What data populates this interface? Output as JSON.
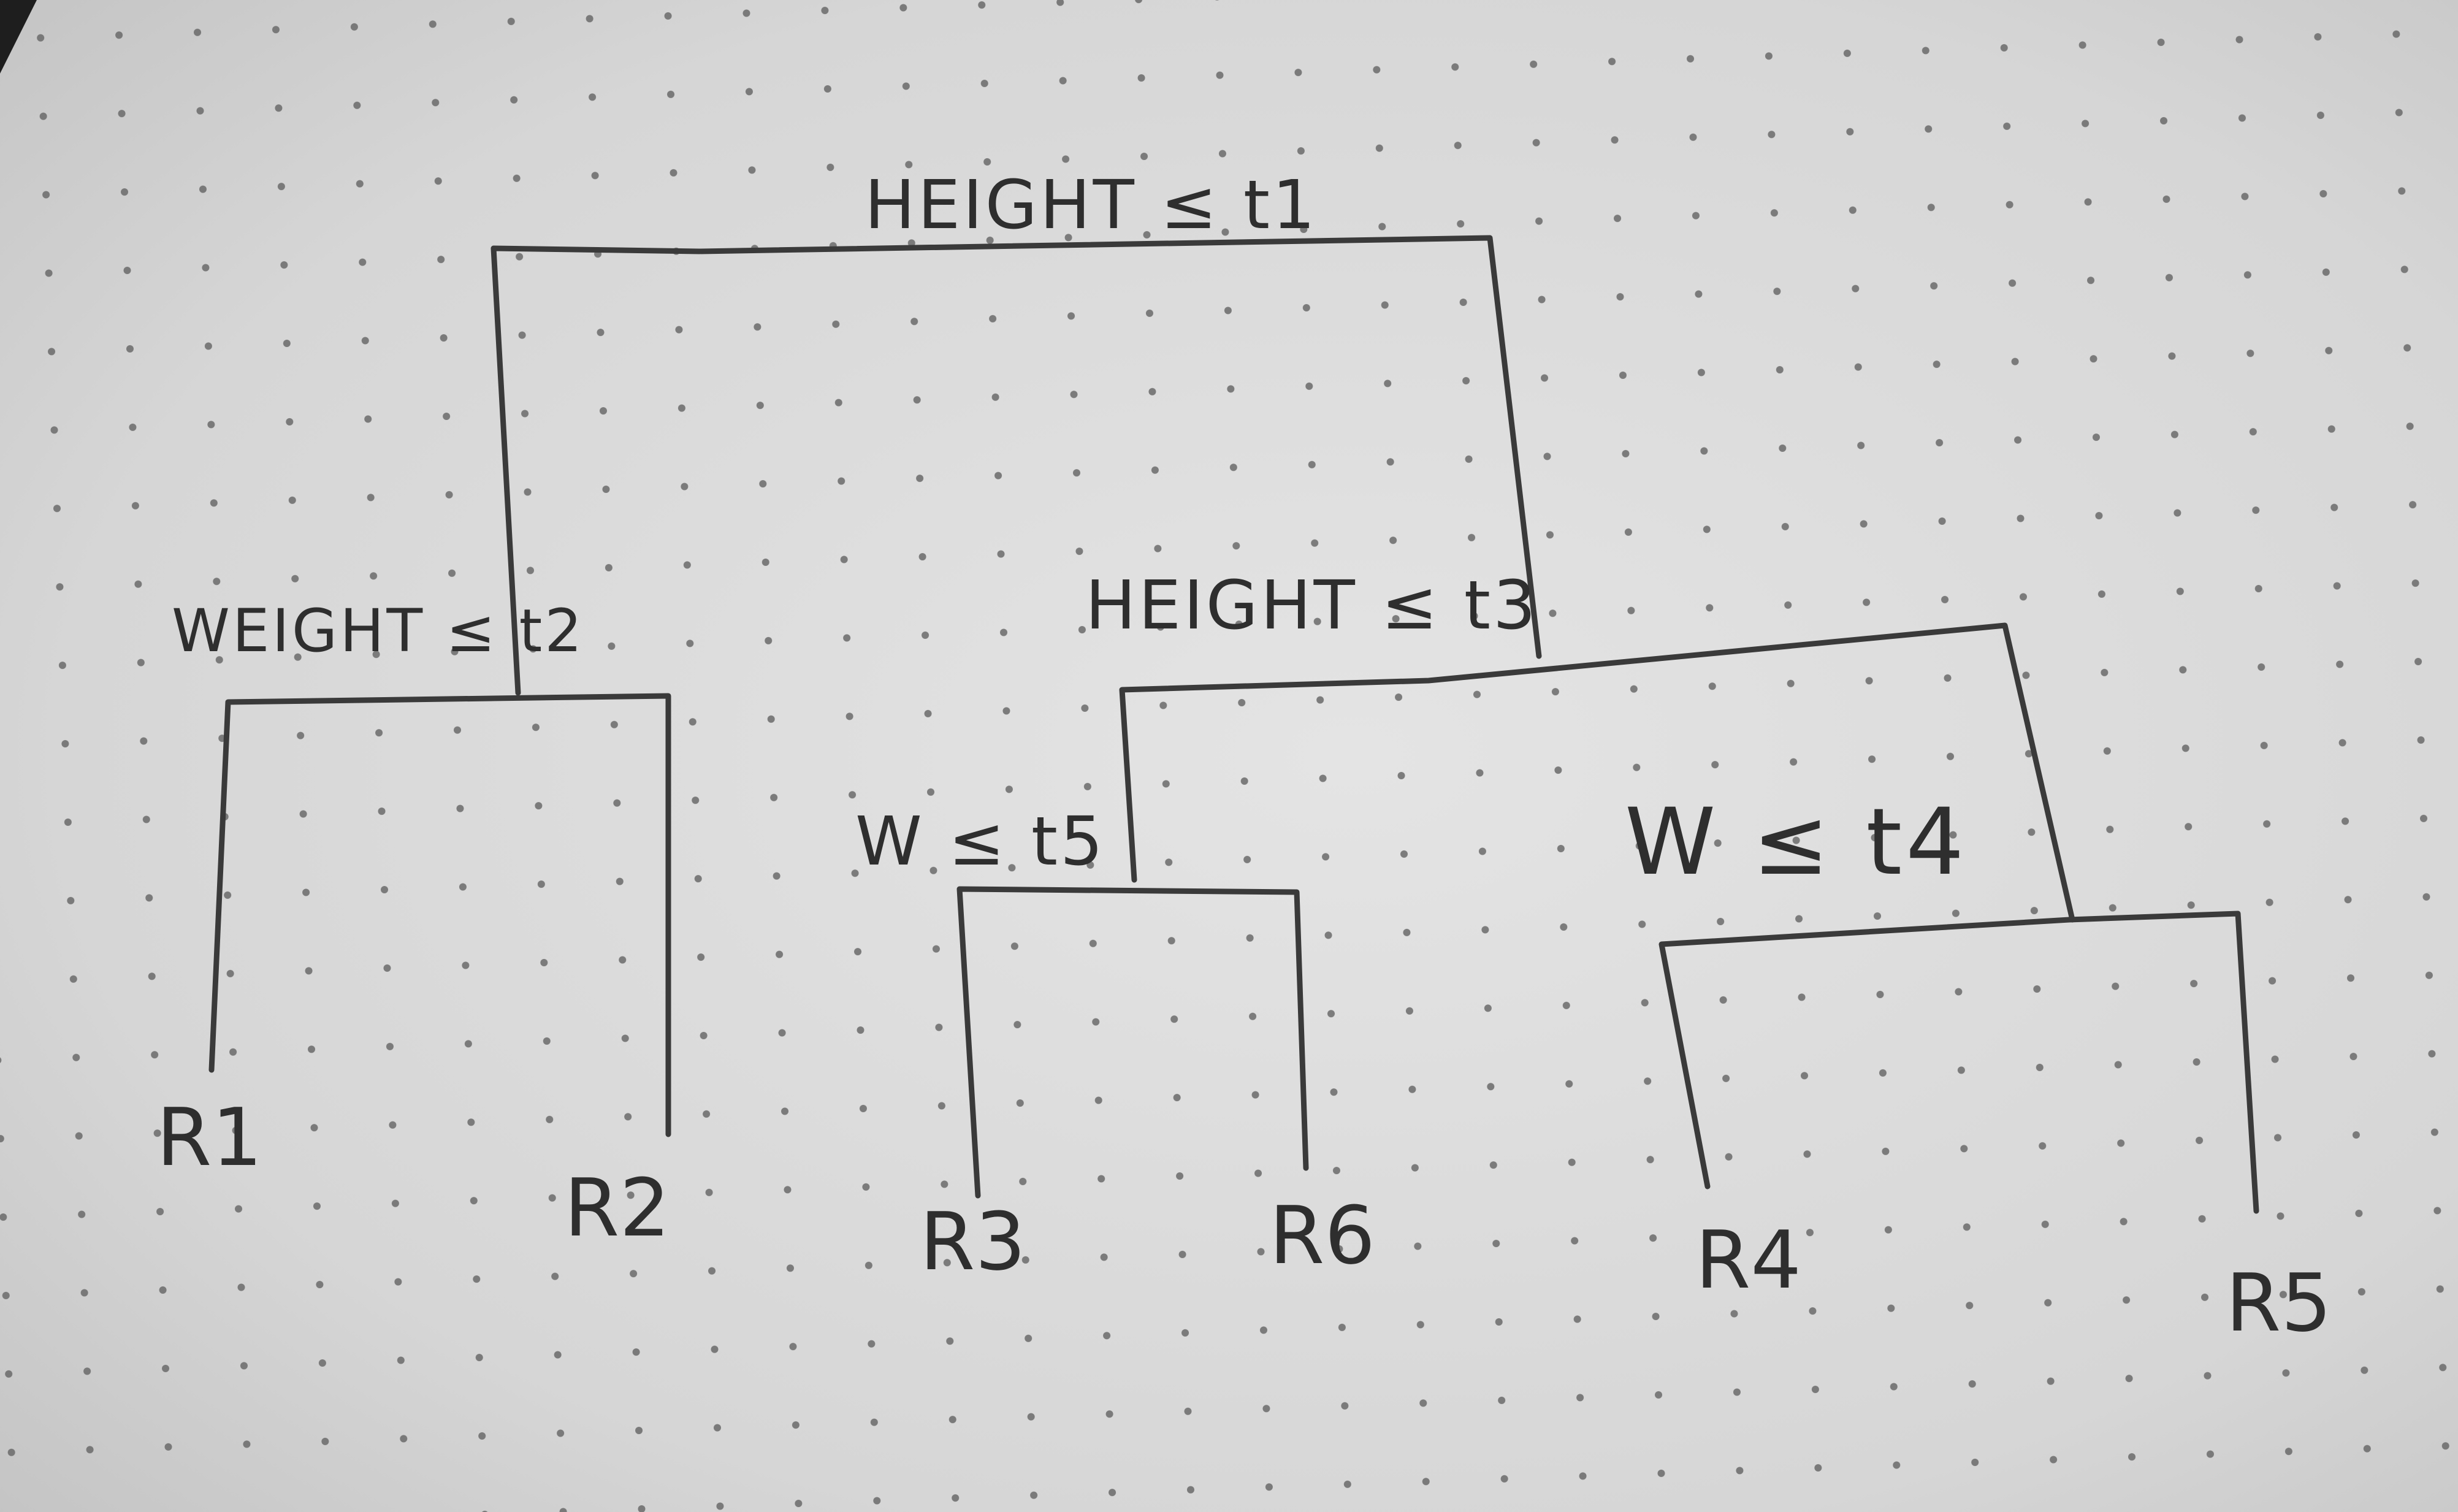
{
  "diagram": {
    "root": {
      "label": "HEIGHT ≤ t1"
    },
    "left_split": {
      "label": "WEIGHT ≤ t2"
    },
    "right_split": {
      "label": "HEIGHT ≤ t3"
    },
    "split_t5": {
      "label": "W ≤ t5"
    },
    "split_t4": {
      "label": "W ≤ t4"
    },
    "leaves": [
      "R1",
      "R2",
      "R3",
      "R6",
      "R4",
      "R5"
    ]
  }
}
